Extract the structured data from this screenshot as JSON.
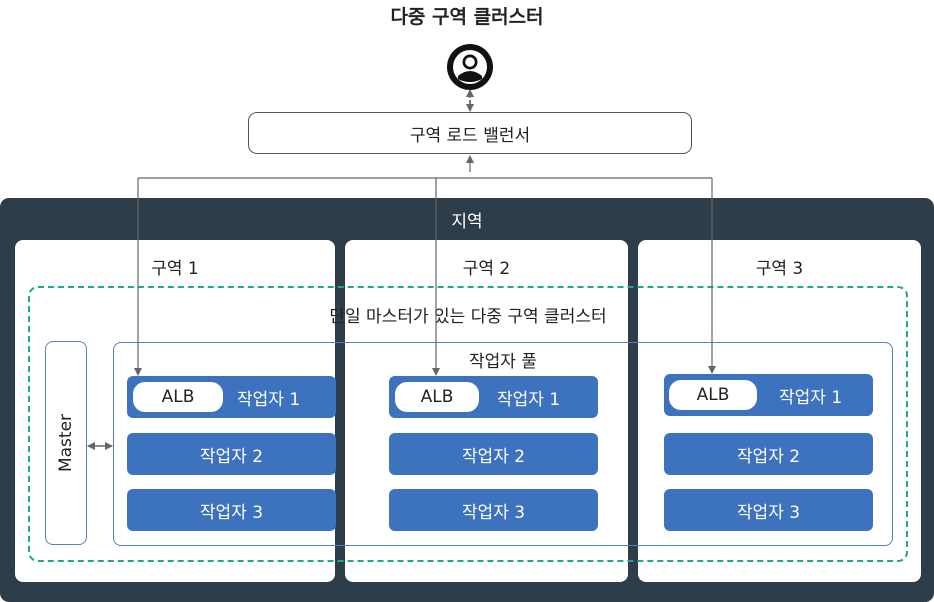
{
  "title": "다중 구역 클러스터",
  "load_balancer_label": "구역 로드 밸런서",
  "region_label": "지역",
  "zones": [
    {
      "label": "구역 1"
    },
    {
      "label": "구역 2"
    },
    {
      "label": "구역 3"
    }
  ],
  "cluster_label": "단일 마스터가 있는 다중 구역 클러스터",
  "worker_pool_label": "작업자 풀",
  "master_label": "Master",
  "worker_columns": [
    {
      "alb": "ALB",
      "workers": [
        "작업자 1",
        "작업자 2",
        "작업자 3"
      ]
    },
    {
      "alb": "ALB",
      "workers": [
        "작업자 1",
        "작업자 2",
        "작업자 3"
      ]
    },
    {
      "alb": "ALB",
      "workers": [
        "작업자 1",
        "작업자 2",
        "작업자 3"
      ]
    }
  ],
  "icons": {
    "user": "user-icon"
  },
  "colors": {
    "region_bg": "#2e3d4a",
    "worker_bg": "#3d72bf",
    "cluster_border": "#1fa890",
    "pool_border": "#5b7fb8"
  }
}
